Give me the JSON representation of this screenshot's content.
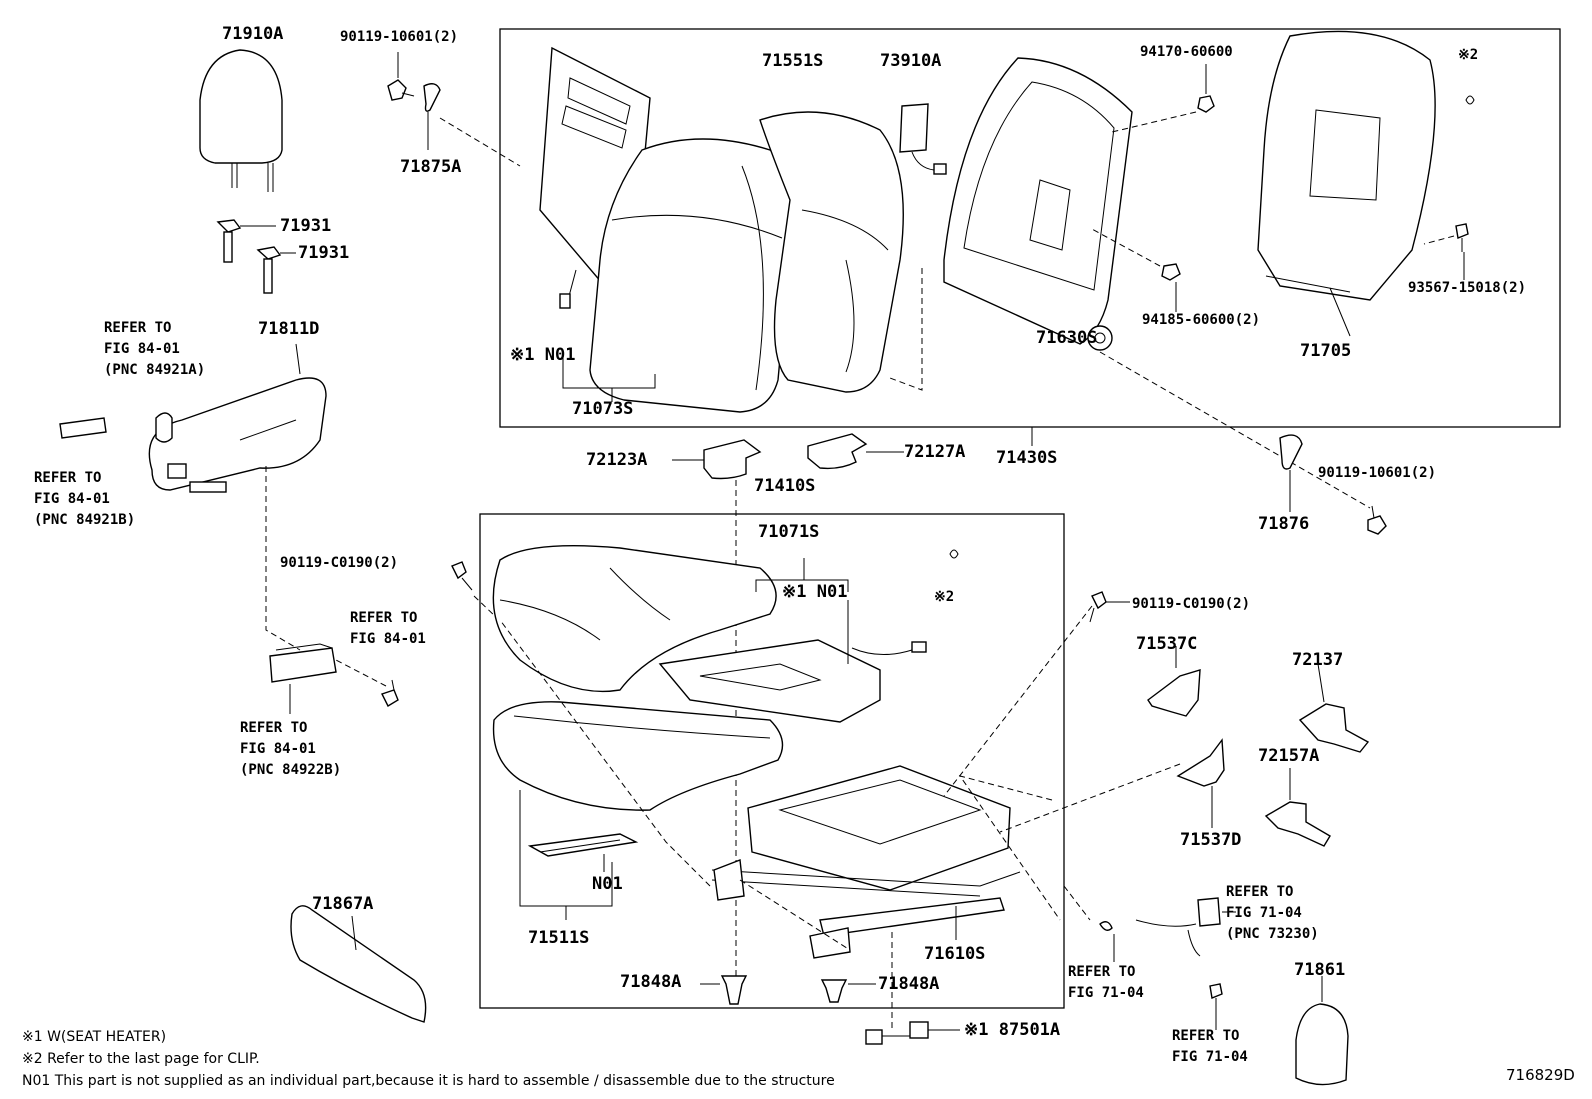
{
  "part_labels": {
    "p71910A": "71910A",
    "p90119_10601_top": "90119-10601(2)",
    "p71551S": "71551S",
    "p73910A": "73910A",
    "p94170_60600": "94170-60600",
    "p71875A": "71875A",
    "p71931_a": "71931",
    "p71931_b": "71931",
    "p71811D": "71811D",
    "pN01_top": "N01",
    "p71073S": "71073S",
    "p71630S": "71630S",
    "p94185_60600": "94185-60600(2)",
    "p93567_15018": "93567-15018(2)",
    "p71705": "71705",
    "p72123A": "72123A",
    "p72127A": "72127A",
    "p71430S": "71430S",
    "p71410S": "71410S",
    "p90119_10601_right": "90119-10601(2)",
    "p71876": "71876",
    "p71071S": "71071S",
    "pN01_mid": "N01",
    "p90119_C0190_left": "90119-C0190(2)",
    "p90119_C0190_right": "90119-C0190(2)",
    "p71537C": "71537C",
    "p72137": "72137",
    "p72157A": "72157A",
    "p71537D": "71537D",
    "pN01_low": "N01",
    "p71511S": "71511S",
    "p71610S": "71610S",
    "p71867A": "71867A",
    "p71848A_a": "71848A",
    "p71848A_b": "71848A",
    "p87501A": "87501A",
    "p71861": "71861"
  },
  "marks": {
    "m1_top": "※1",
    "m1_mid": "※1",
    "m1_bottom": "※1",
    "m2_top": "※2",
    "m2_mid": "※2"
  },
  "references": {
    "r_8401_a": "REFER TO\nFIG 84-01\n(PNC 84921A)",
    "r_8401_b": "REFER TO\nFIG 84-01\n(PNC 84921B)",
    "r_8401_c": "REFER TO\nFIG 84-01",
    "r_8401_d": "REFER TO\nFIG 84-01\n(PNC 84922B)",
    "r_7104_a": "REFER TO\nFIG 71-04\n(PNC 73230)",
    "r_7104_b": "REFER TO\nFIG 71-04",
    "r_7104_c": "REFER TO\nFIG 71-04"
  },
  "footnotes": {
    "n1": "※1 W(SEAT HEATER)",
    "n2": "※2 Refer to the last page for CLIP.",
    "n3": "N01 This part is not supplied as an individual part,because it is hard to assemble / disassemble due to the structure"
  },
  "diagram_id": "716829D"
}
